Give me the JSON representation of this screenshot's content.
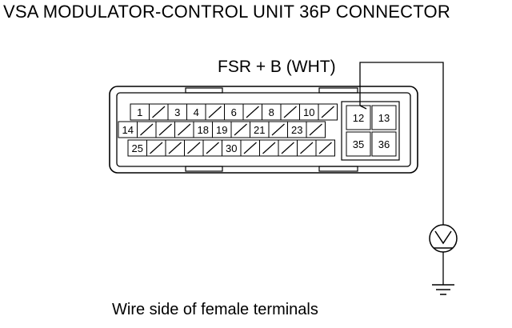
{
  "title": "VSA MODULATOR-CONTROL UNIT 36P CONNECTOR",
  "wire_label": "FSR + B (WHT)",
  "caption": "Wire side of female terminals",
  "connector": {
    "rows": [
      [
        "1",
        "",
        "3",
        "4",
        "",
        "6",
        "",
        "8",
        "",
        "10",
        ""
      ],
      [
        "14",
        "",
        "",
        "",
        "18",
        "19",
        "",
        "21",
        "",
        "23",
        ""
      ],
      [
        "25",
        "",
        "",
        "",
        "",
        "30",
        "",
        "",
        "",
        "",
        ""
      ]
    ],
    "large_block": [
      [
        "12",
        "13"
      ],
      [
        "35",
        "36"
      ]
    ]
  },
  "meter_symbol": "voltmeter-icon",
  "ground_symbol": "ground-icon"
}
